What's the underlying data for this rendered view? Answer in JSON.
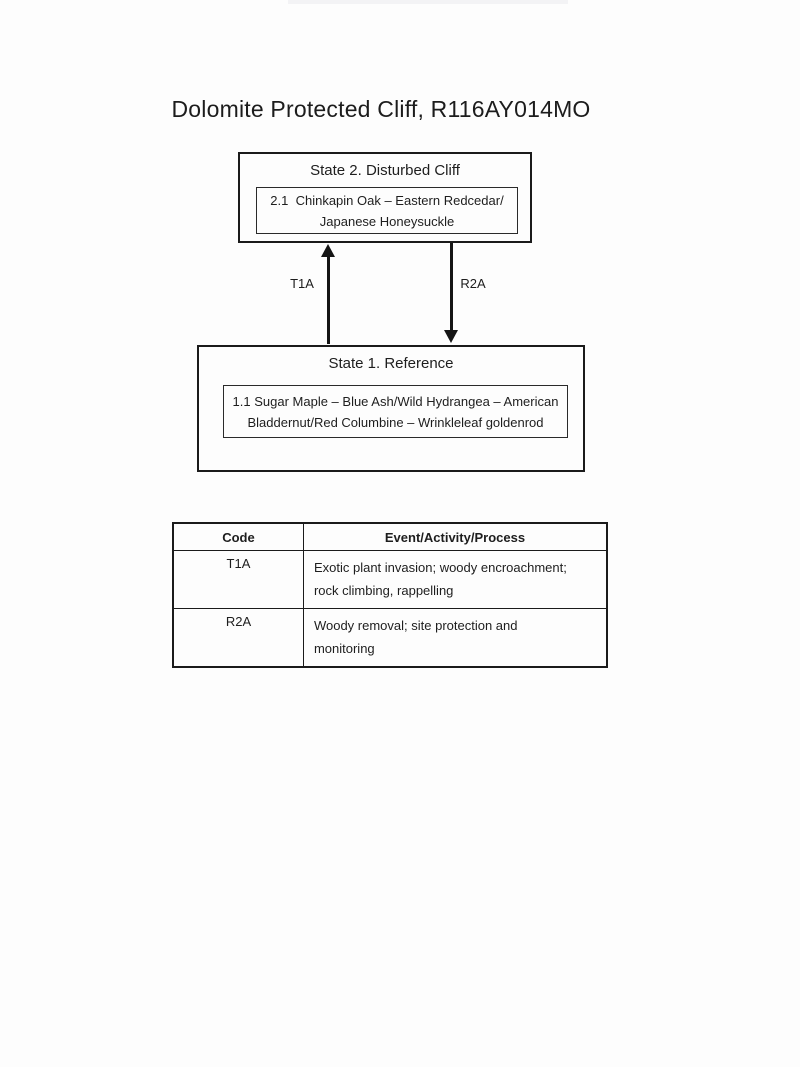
{
  "page": {
    "title": "Dolomite Protected Cliff, R116AY014MO"
  },
  "colors": {
    "text": "#1e1e1e",
    "border": "#1b1b1b",
    "background": "#fdfdfd"
  },
  "diagram": {
    "states": [
      {
        "id": "state2",
        "title": "State 2. Disturbed Cliff",
        "community_lines": [
          "2.1  Chinkapin Oak – Eastern Redcedar/",
          "Japanese Honeysuckle"
        ]
      },
      {
        "id": "state1",
        "title": "State 1. Reference",
        "community_lines": [
          "1.1 Sugar Maple – Blue Ash/Wild Hydrangea – American",
          "Bladdernut/Red Columbine – Wrinkleleaf goldenrod"
        ]
      }
    ],
    "transitions": [
      {
        "code": "T1A",
        "direction": "up"
      },
      {
        "code": "R2A",
        "direction": "down"
      }
    ]
  },
  "legend_table": {
    "headers": [
      "Code",
      "Event/Activity/Process"
    ],
    "rows": [
      {
        "code": "T1A",
        "description_lines": [
          "Exotic plant invasion; woody encroachment;",
          "rock climbing, rappelling"
        ]
      },
      {
        "code": "R2A",
        "description_lines": [
          "Woody removal; site protection and",
          "monitoring"
        ]
      }
    ]
  }
}
